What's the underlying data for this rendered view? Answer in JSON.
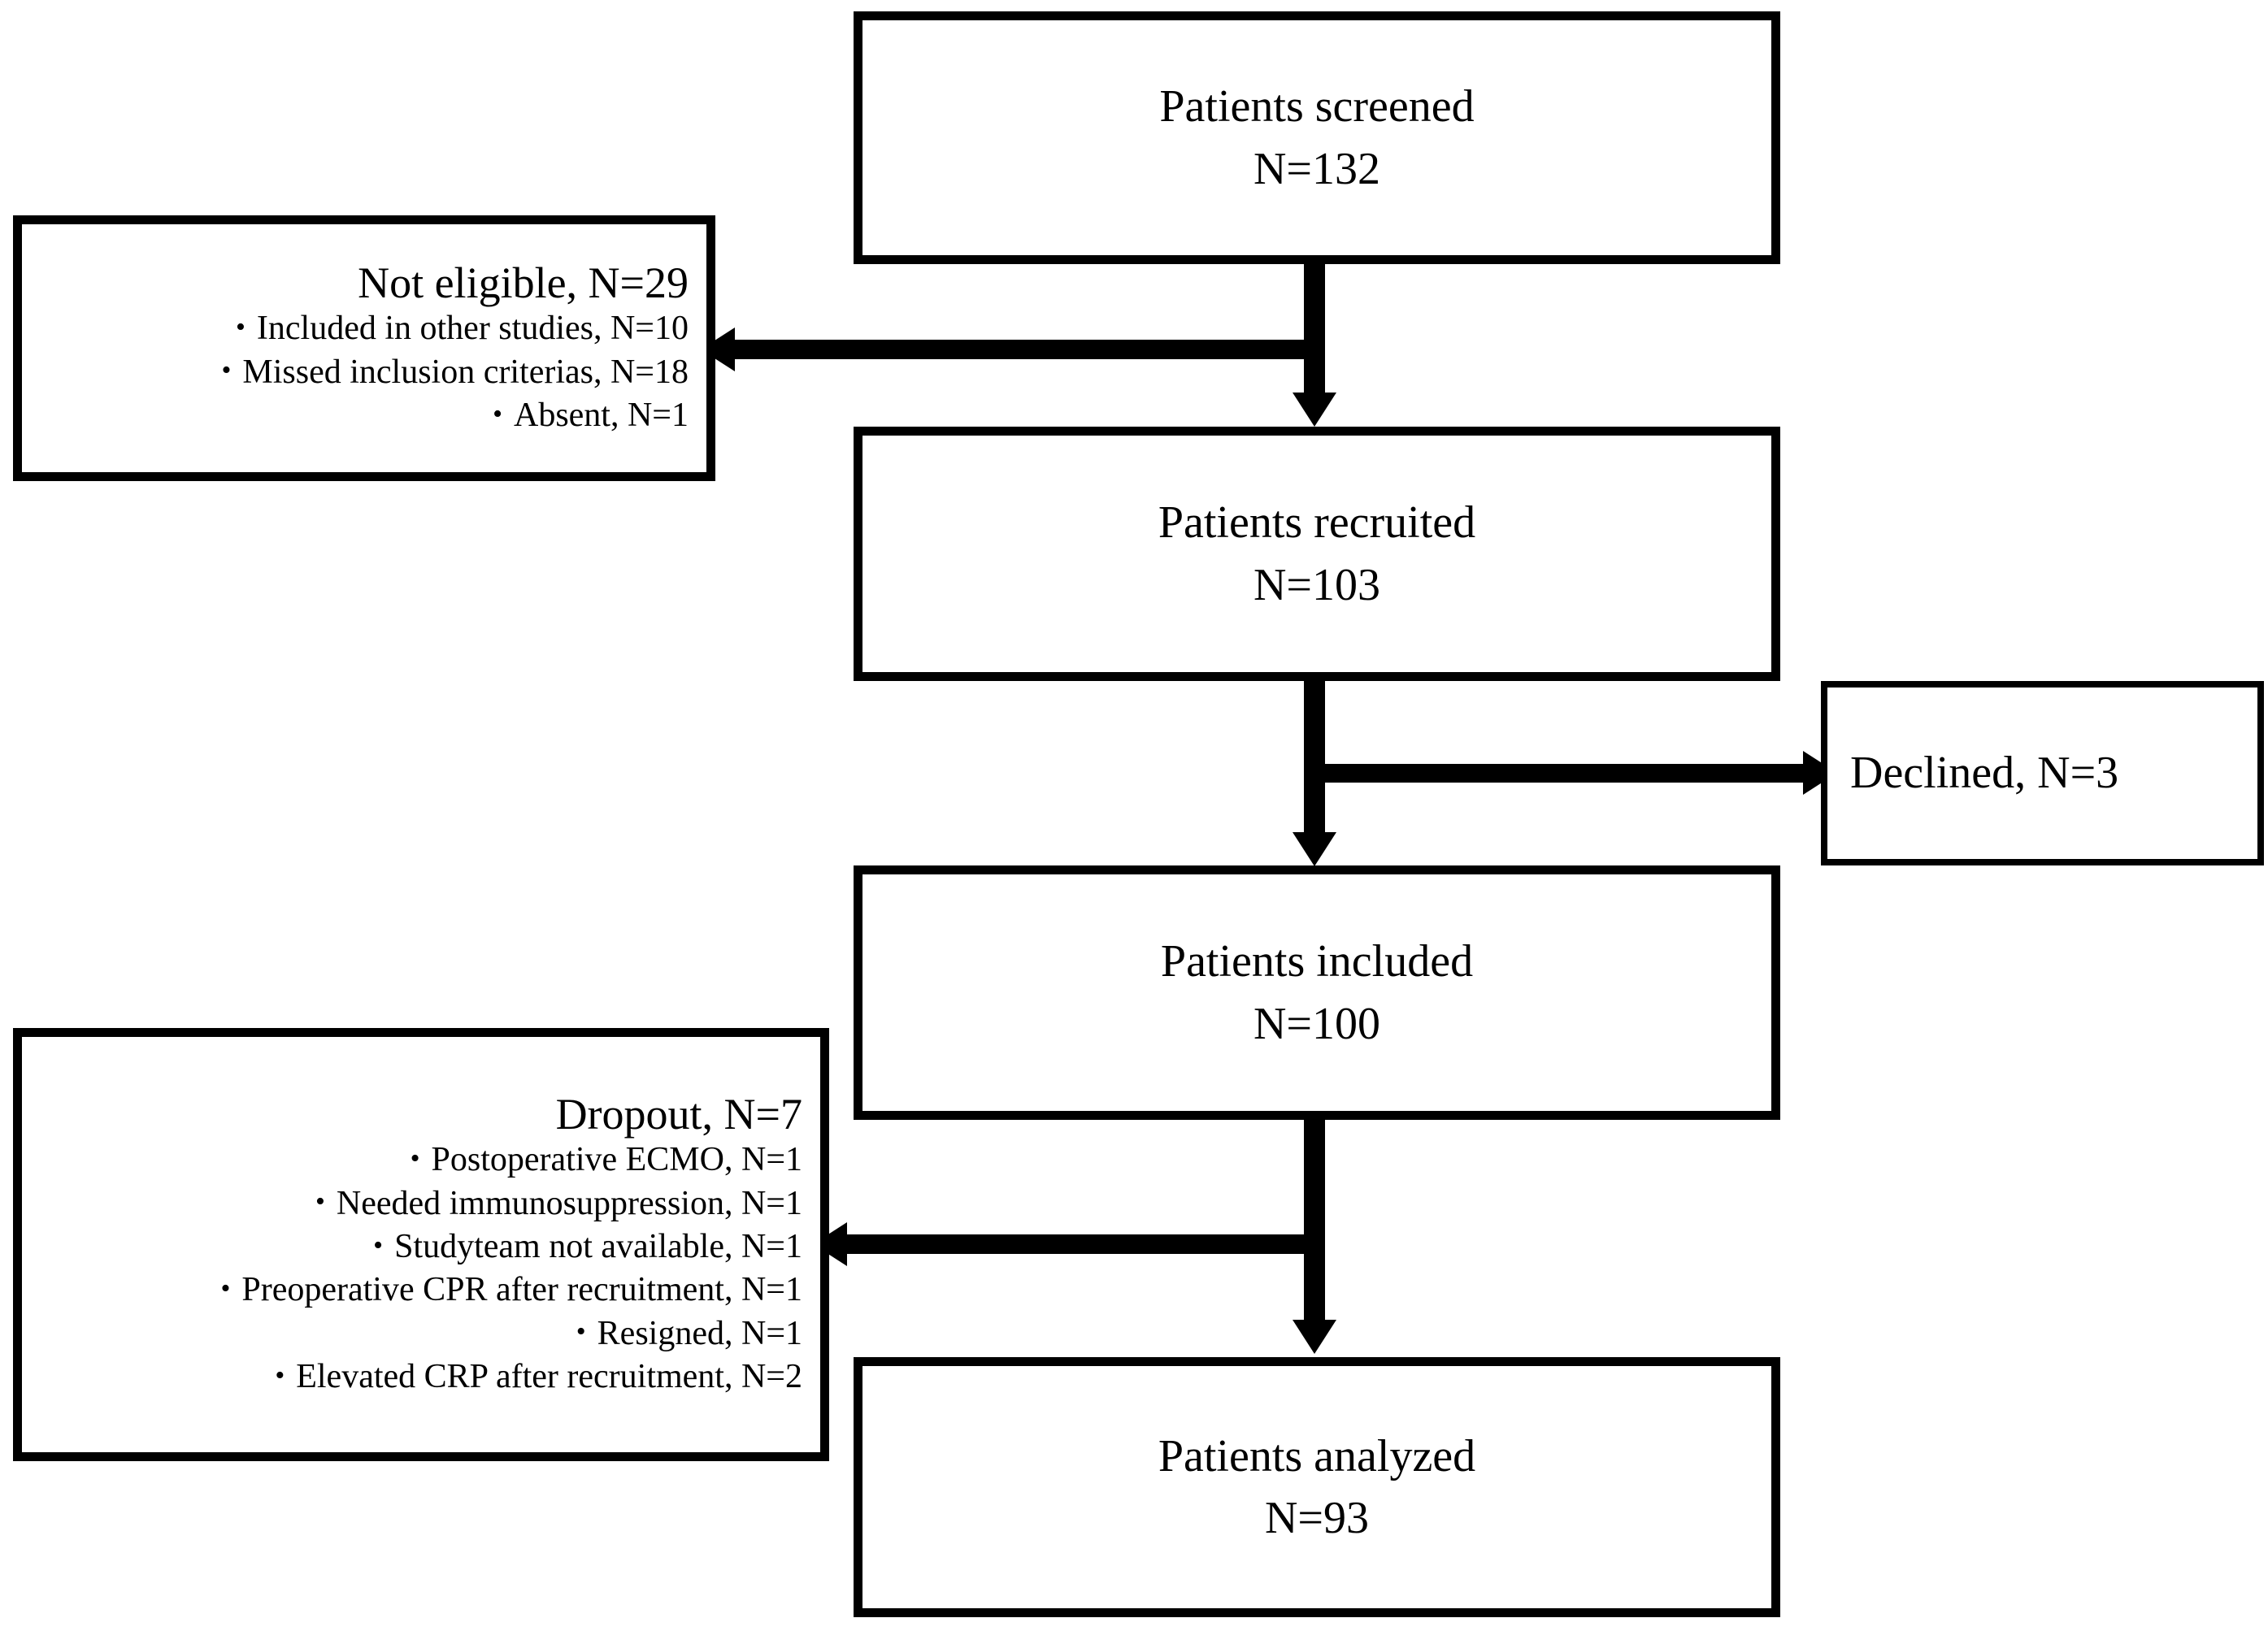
{
  "diagram": {
    "type": "flowchart",
    "orientation": "vertical",
    "stroke_color": "#000000",
    "background_color": "#ffffff"
  },
  "nodes": {
    "screened": {
      "title": "Patients screened",
      "count": "N=132"
    },
    "recruited": {
      "title": "Patients recruited",
      "count": "N=103"
    },
    "included": {
      "title": "Patients included",
      "count": "N=100"
    },
    "analyzed": {
      "title": "Patients analyzed",
      "count": "N=93"
    },
    "declined": {
      "label": "Declined, N=3"
    },
    "not_eligible": {
      "heading": "Not eligible, N=29",
      "bullet": "•",
      "items": [
        "Included in other studies, N=10",
        "Missed inclusion criterias, N=18",
        "Absent, N=1"
      ]
    },
    "dropout": {
      "heading": "Dropout, N=7",
      "bullet": "•",
      "items": [
        "Postoperative ECMO, N=1",
        "Needed immunosuppression, N=1",
        "Studyteam not available, N=1",
        "Preoperative CPR after recruitment, N=1",
        "Resigned, N=1",
        "Elevated CRP after recruitment, N=2"
      ]
    }
  },
  "edges": [
    {
      "from": "screened",
      "to": "recruited",
      "direction": "down"
    },
    {
      "from": "screened",
      "to": "not_eligible",
      "direction": "left"
    },
    {
      "from": "recruited",
      "to": "included",
      "direction": "down"
    },
    {
      "from": "recruited",
      "to": "declined",
      "direction": "right"
    },
    {
      "from": "included",
      "to": "analyzed",
      "direction": "down"
    },
    {
      "from": "included",
      "to": "dropout",
      "direction": "left"
    }
  ]
}
